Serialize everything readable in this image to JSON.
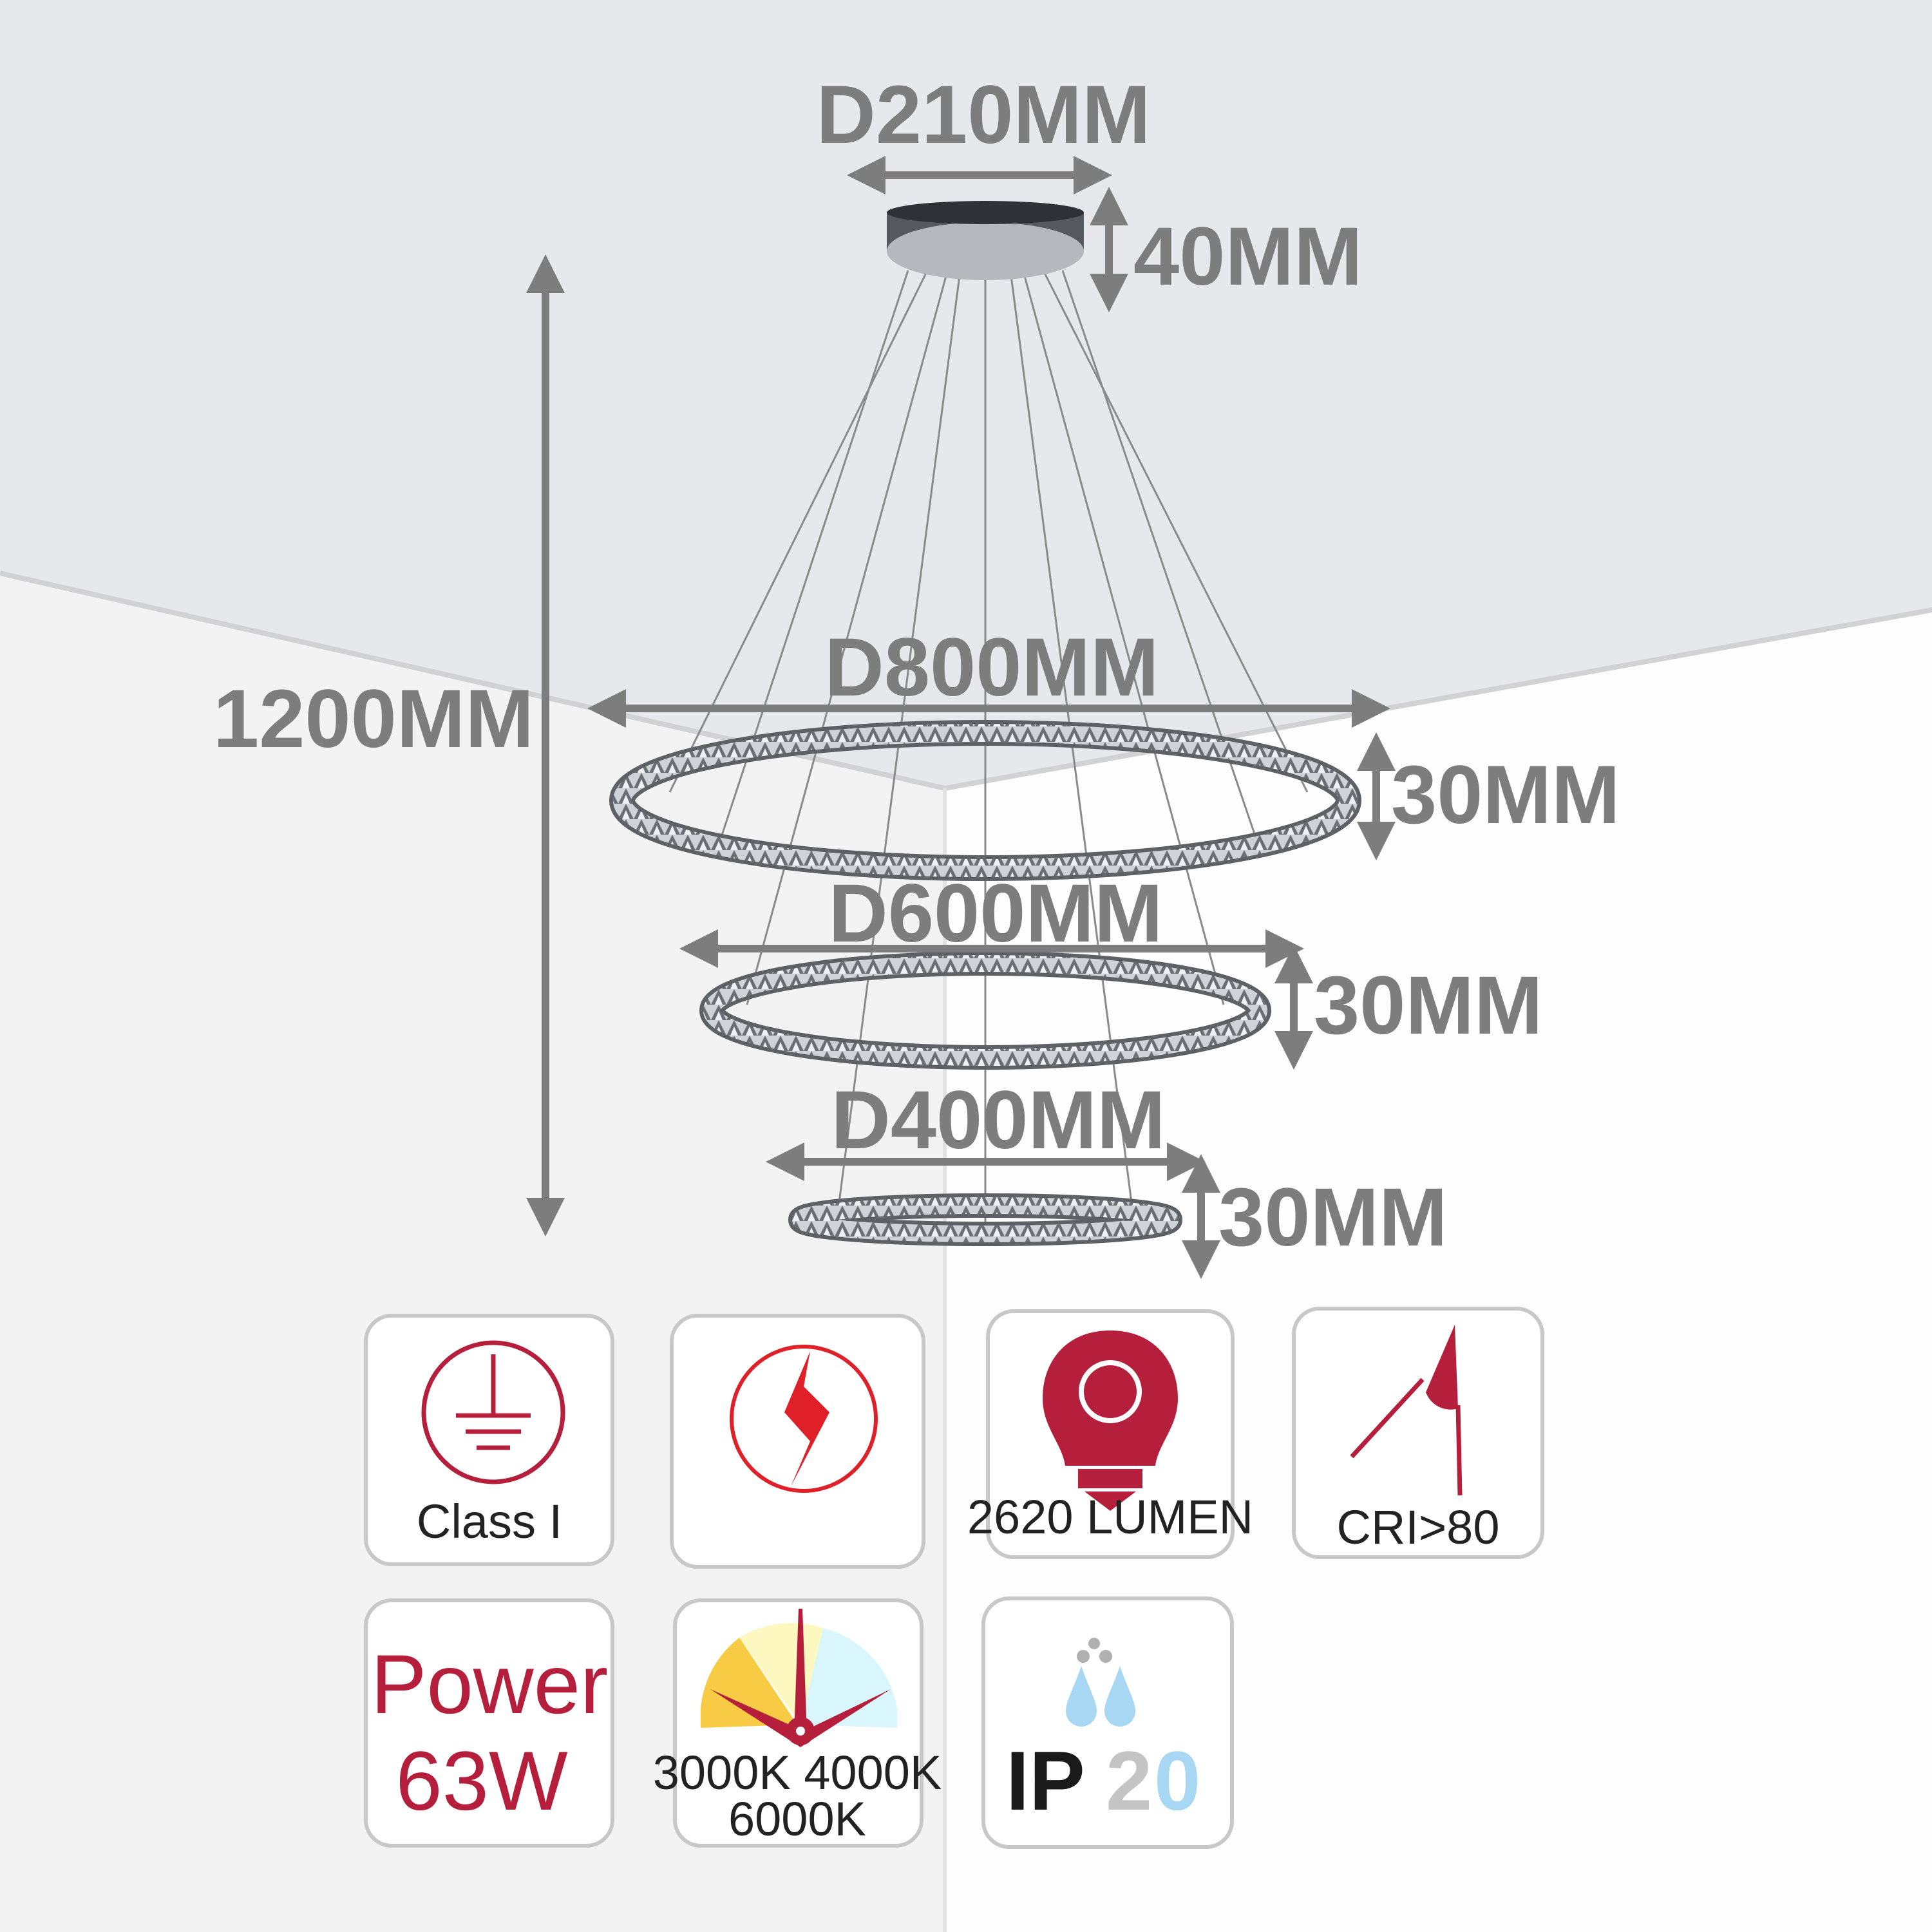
{
  "dimensions": {
    "canopy_diameter": "D210MM",
    "canopy_height": "40MM",
    "overall_height": "1200MM",
    "ring1_diameter": "D800MM",
    "ring1_height": "30MM",
    "ring2_diameter": "D600MM",
    "ring2_height": "30MM",
    "ring3_diameter": "D400MM",
    "ring3_height": "30MM"
  },
  "features": {
    "class": "Class I",
    "lumen": "2620 LUMEN",
    "cri": "CRI>80",
    "power_label": "Power",
    "power_value": "63W",
    "cct_line1": "3000K 4000K",
    "cct_line2": "6000K",
    "ip_letters": "IP",
    "ip_digit1": "2",
    "ip_digit2": "0"
  },
  "colors": {
    "accent": "#b51f3b",
    "dimension_text": "#7d7d7d",
    "ceiling": "#e6e8eb"
  }
}
